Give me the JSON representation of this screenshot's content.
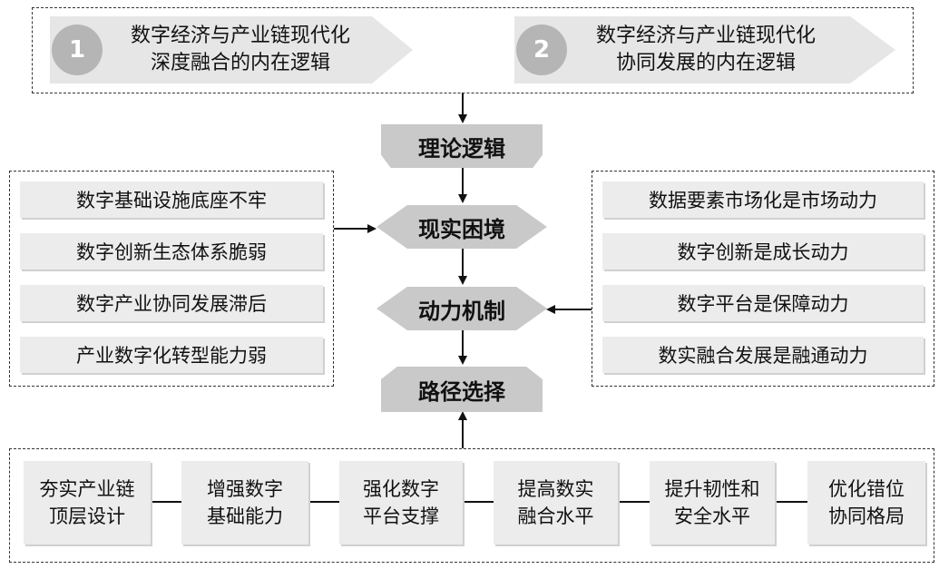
{
  "logic_tags": [
    {
      "number": "1",
      "line1": "数字经济与产业链现代化",
      "line2": "深度融合的内在逻辑"
    },
    {
      "number": "2",
      "line1": "数字经济与产业链现代化",
      "line2": "协同发展的内在逻辑"
    }
  ],
  "stages": {
    "theory": "理论逻辑",
    "reality": "现实困境",
    "mechanism": "动力机制",
    "path": "路径选择"
  },
  "dilemmas": [
    "数字基础设施底座不牢",
    "数字创新生态体系脆弱",
    "数字产业协同发展滞后",
    "产业数字化转型能力弱"
  ],
  "drivers": [
    "数据要素市场化是市场动力",
    "数字创新是成长动力",
    "数字平台是保障动力",
    "数实融合发展是融通动力"
  ],
  "paths": [
    {
      "line1": "夯实产业链",
      "line2": "顶层设计"
    },
    {
      "line1": "增强数字",
      "line2": "基础能力"
    },
    {
      "line1": "强化数字",
      "line2": "平台支撑"
    },
    {
      "line1": "提高数实",
      "line2": "融合水平"
    },
    {
      "line1": "提升韧性和",
      "line2": "安全水平"
    },
    {
      "line1": "优化错位",
      "line2": "协同格局"
    }
  ],
  "colors": {
    "stage_fill": "#c9c9c9",
    "item_fill": "#ececec",
    "circle_fill": "#b5b5b5",
    "line": "#111111"
  }
}
